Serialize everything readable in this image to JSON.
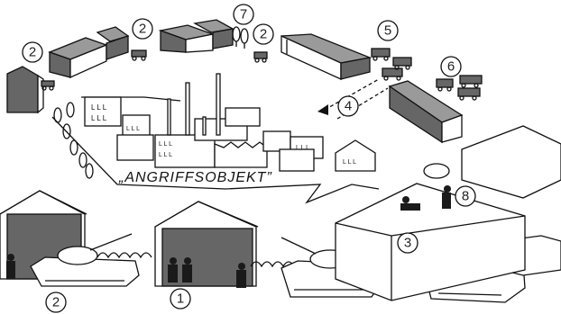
{
  "title": "„ANGRIFFSOBJEKT”",
  "markers": [
    {
      "id": "m2-left",
      "label": "2"
    },
    {
      "id": "m2-top-a",
      "label": "2"
    },
    {
      "id": "m7",
      "label": "7"
    },
    {
      "id": "m2-top-b",
      "label": "2"
    },
    {
      "id": "m5",
      "label": "5"
    },
    {
      "id": "m6",
      "label": "6"
    },
    {
      "id": "m4",
      "label": "4"
    },
    {
      "id": "m8",
      "label": "8"
    },
    {
      "id": "m3",
      "label": "3"
    },
    {
      "id": "m2-bottom",
      "label": "2"
    },
    {
      "id": "m1",
      "label": "1"
    }
  ],
  "window_mark": "L L L"
}
